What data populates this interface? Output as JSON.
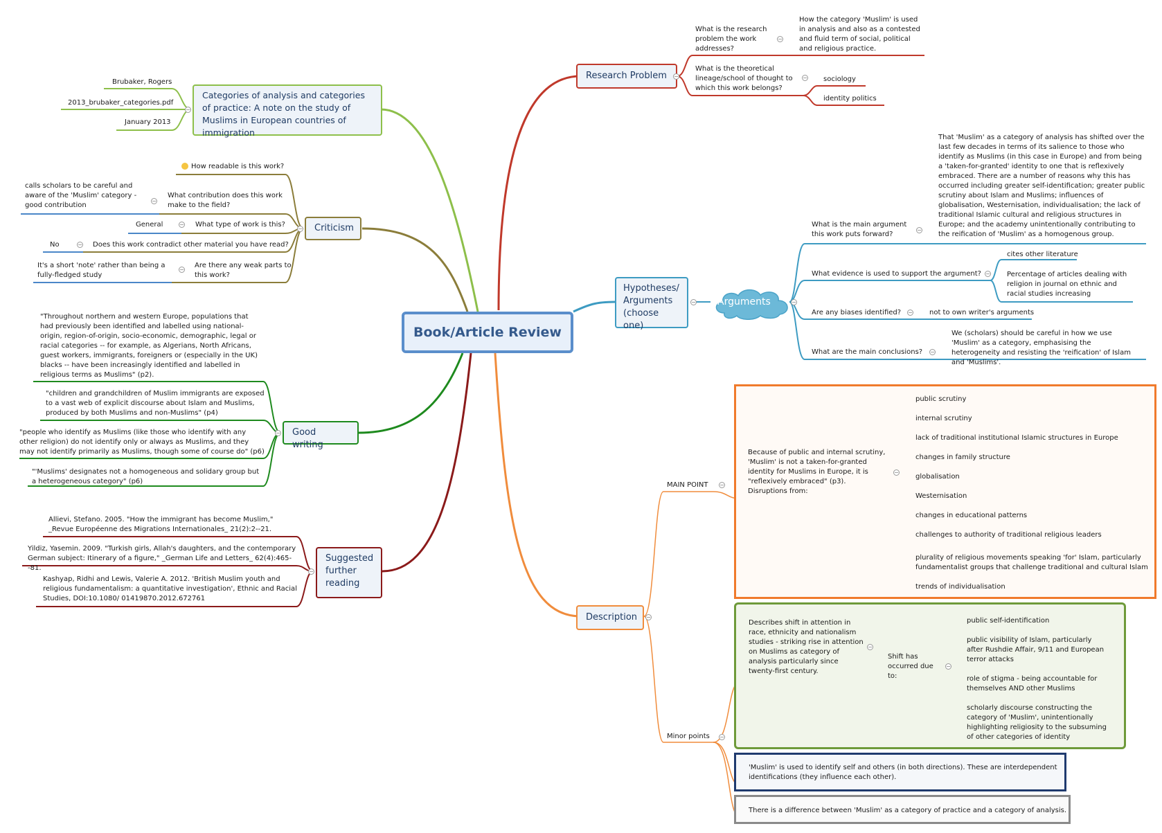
{
  "center": {
    "title": "Book/Article Review"
  },
  "source": {
    "title": "Categories of analysis and categories of practice: A note on the study of Muslims in European countries of immigration",
    "author": "Brubaker, Rogers",
    "file": "2013_brubaker_categories.pdf",
    "date": "January 2013"
  },
  "criticism": {
    "label": "Criticism",
    "readable": "How readable is this work?",
    "contribution_q": "What contribution does this work make to the field?",
    "contribution_a": "calls scholars to be careful and aware of the 'Muslim' category - good contribution",
    "type_q": "What type of work is this?",
    "type_a": "General",
    "contradict_q": "Does this work contradict other material you have read?",
    "contradict_a": "No",
    "weak_q": "Are there any weak parts to this work?",
    "weak_a": "It's a short 'note' rather than being a fully-fledged study"
  },
  "good_writing": {
    "label": "Good writing",
    "quotes": [
      "\"Throughout northern and western Europe, populations that had previously been identified and labelled using national-origin, region-of-origin, socio-economic, demographic, legal or racial categories -- for example, as Algerians, North Africans, guest workers, immigrants, foreigners or (especially in the UK) blacks -- have been increasingly identified and labelled in religious terms as Muslims\" (p2).",
      "\"children and grandchildren of Muslim immigrants are exposed to a vast web of explicit discourse about Islam and Muslims, produced by both Muslims and non-Muslims\" (p4)",
      "\"people who identify as Muslims (like those who identify with any other religion) do not identify only or always as Muslims, and they may not identify primarily as Muslims, though some of course do\" (p6)",
      "\"'Muslims' designates not a homogeneous and solidary group but a heterogeneous category\" (p6)"
    ]
  },
  "further_reading": {
    "label": "Suggested further reading",
    "items": [
      "Allievi, Stefano. 2005. \"How the immigrant has become Muslim,\" _Revue Européenne des Migrations Internationales_ 21(2):2--21.",
      "Yildiz, Yasemin. 2009. \"Turkish girls, Allah's daughters, and the contemporary German subject: Itinerary of a figure,\" _German Life and Letters_ 62(4):465--81.",
      "Kashyap, Ridhi and Lewis, Valerie A. 2012. 'British Muslim youth and religious fundamentalism: a quantitative investigation', Ethnic and Racial Studies, DOI:10.1080/ 01419870.2012.672761"
    ]
  },
  "research_problem": {
    "label": "Research Problem",
    "q1": "What is the research problem the work addresses?",
    "a1": "How the category 'Muslim' is used in analysis and also as a contested and fluid term of social, political and religious practice.",
    "q2": "What is the theoretical lineage/school of thought to which this work belongs?",
    "a2a": "sociology",
    "a2b": "identity politics"
  },
  "hypotheses": {
    "label": "Hypotheses/ Arguments (choose one)",
    "cloud": "Arguments",
    "main_arg_q": "What is the main argument this work puts forward?",
    "main_arg_a": "That 'Muslim' as a category of analysis has shifted over the last few decades in terms of its salience to those who identify as Muslims (in this case in Europe) and from being a 'taken-for-granted' identity to one that is reflexively embraced. There are a number of reasons why this has occurred including greater self-identification; greater public scrutiny about Islam and Muslims; influences of globalisation, Westernisation, individualisation; the lack of traditional Islamic cultural and religious structures in Europe; and the academy unintentionally contributing to the reification of 'Muslim' as a homogenous group.",
    "evidence_q": "What evidence is used to support the argument?",
    "evidence_a1": "cites other literature",
    "evidence_a2": "Percentage of articles dealing with religion in journal on ethnic and racial studies increasing",
    "bias_q": "Are any biases identified?",
    "bias_a": "not to own writer's arguments",
    "concl_q": "What are the main conclusions?",
    "concl_a": "We (scholars) should be careful in how we use 'Muslim' as a category, emphasising the heterogeneity and resisting the 'reification' of Islam and 'Muslims'."
  },
  "description": {
    "label": "Description",
    "main_point": "MAIN POINT",
    "main_text": "Because of public and internal scrutiny, 'Muslim' is not a taken-for-granted identity for Muslims in Europe, it is \"reflexively embraced\" (p3). Disruptions from:",
    "disruptions": [
      "public scrutiny",
      "internal scrutiny",
      "lack of traditional institutional Islamic structures in Europe",
      "changes in family structure",
      "globalisation",
      "Westernisation",
      "changes in educational patterns",
      "challenges to authority of traditional religious leaders",
      "plurality of religious movements speaking 'for' Islam, particularly fundamentalist groups that challenge traditional and cultural Islam",
      "trends of individualisation"
    ],
    "minor_points": "Minor points",
    "shift_text": "Describes shift in attention in race, ethnicity and nationalism studies - striking rise in attention on Muslims as category of analysis particularly since twenty-first century.",
    "shift_due": "Shift has occurred due to:",
    "shift_causes": [
      "public self-identification",
      "public visibility of Islam, particularly after Rushdie Affair, 9/11 and European terror attacks",
      "role of stigma - being accountable for themselves AND other Muslims",
      "scholarly discourse constructing the category of 'Muslim', unintentionally highlighting religiosity to the subsuming of other categories of identity"
    ],
    "identify_text": "'Muslim' is used to identify self and others (in both directions). These are interdependent identifications (they influence each other).",
    "difference_text": "There is a difference between 'Muslim' as a category of practice and a category of analysis."
  },
  "colors": {
    "research": "#c0392b",
    "arguments": "#3d9bc2",
    "description": "#f08c3c",
    "source": "#8dbf4a",
    "criticism": "#8b7d3a",
    "good_writing": "#1e8a1e",
    "reading": "#8b1a1a"
  }
}
